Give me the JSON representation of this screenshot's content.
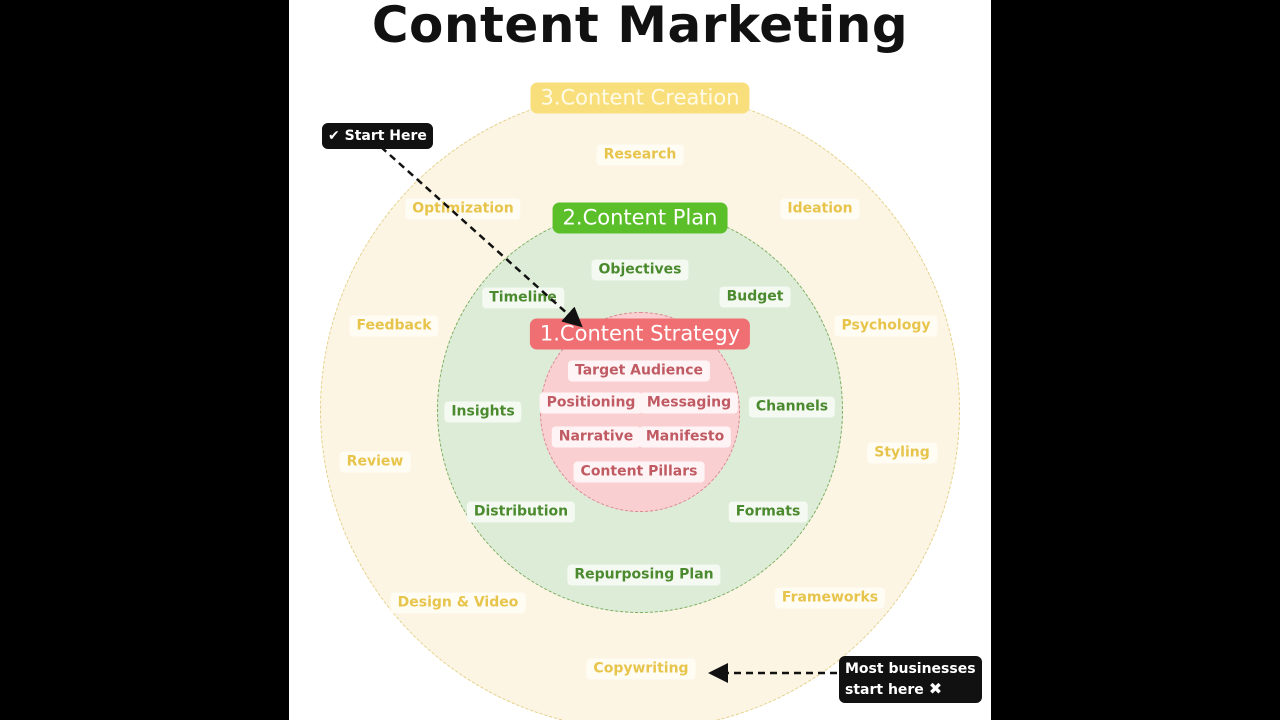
{
  "title": "Content Marketing",
  "rings": {
    "creation": {
      "label": "3.Content Creation",
      "color": "#f9df7c",
      "items": [
        "Research",
        "Ideation",
        "Psychology",
        "Styling",
        "Frameworks",
        "Copywriting",
        "Design & Video",
        "Review",
        "Feedback",
        "Optimization"
      ]
    },
    "plan": {
      "label": "2.Content Plan",
      "color": "#5bbf2a",
      "items": [
        "Objectives",
        "Budget",
        "Channels",
        "Formats",
        "Repurposing Plan",
        "Distribution",
        "Insights",
        "Timeline"
      ]
    },
    "strategy": {
      "label": "1.Content Strategy",
      "color": "#ef6f73",
      "items": [
        "Target Audience",
        "Positioning",
        "Messaging",
        "Narrative",
        "Manifesto",
        "Content Pillars"
      ]
    }
  },
  "notes": {
    "start_here": "Start Here",
    "most_line1": "Most businesses",
    "most_line2": "start here"
  }
}
